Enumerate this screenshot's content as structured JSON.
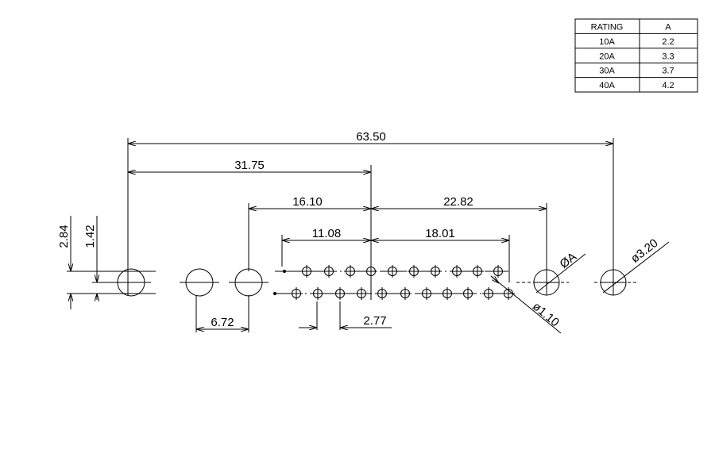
{
  "rating_table": {
    "headers": [
      "RATING",
      "A"
    ],
    "rows": [
      [
        "10A",
        "2.2"
      ],
      [
        "20A",
        "3.3"
      ],
      [
        "30A",
        "3.7"
      ],
      [
        "40A",
        "4.2"
      ]
    ]
  },
  "dimensions": {
    "overall": "63.50",
    "half": "31.75",
    "left_group": "16.10",
    "right_group": "22.82",
    "left_inner": "11.08",
    "right_inner": "18.01",
    "large_pitch": "6.72",
    "small_pitch": "2.77",
    "vertical_outer": "2.84",
    "vertical_inner": "1.42",
    "hole_a": "ØA",
    "hole_small": "ø1.10",
    "hole_large": "ø3.20"
  }
}
